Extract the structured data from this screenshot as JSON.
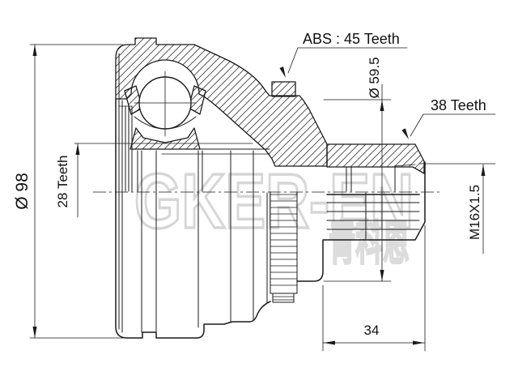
{
  "drawing": {
    "type": "technical-drawing",
    "subject": "outer CV joint half-section",
    "dimensions": {
      "outer_diameter": "Ø 98",
      "inner_spline": "28 Teeth",
      "abs_ring": "ABS : 45 Teeth",
      "hub_diameter": "Ø 59.5",
      "shaft_spline": "38 Teeth",
      "thread": "M16X1.5",
      "stub_length": "34"
    },
    "watermark": {
      "latin": "GKER-EN",
      "cjk": "青科恩"
    },
    "colors": {
      "line": "#1a1a1a",
      "watermark_light": "#d6d6d6",
      "background": "#ffffff"
    }
  }
}
